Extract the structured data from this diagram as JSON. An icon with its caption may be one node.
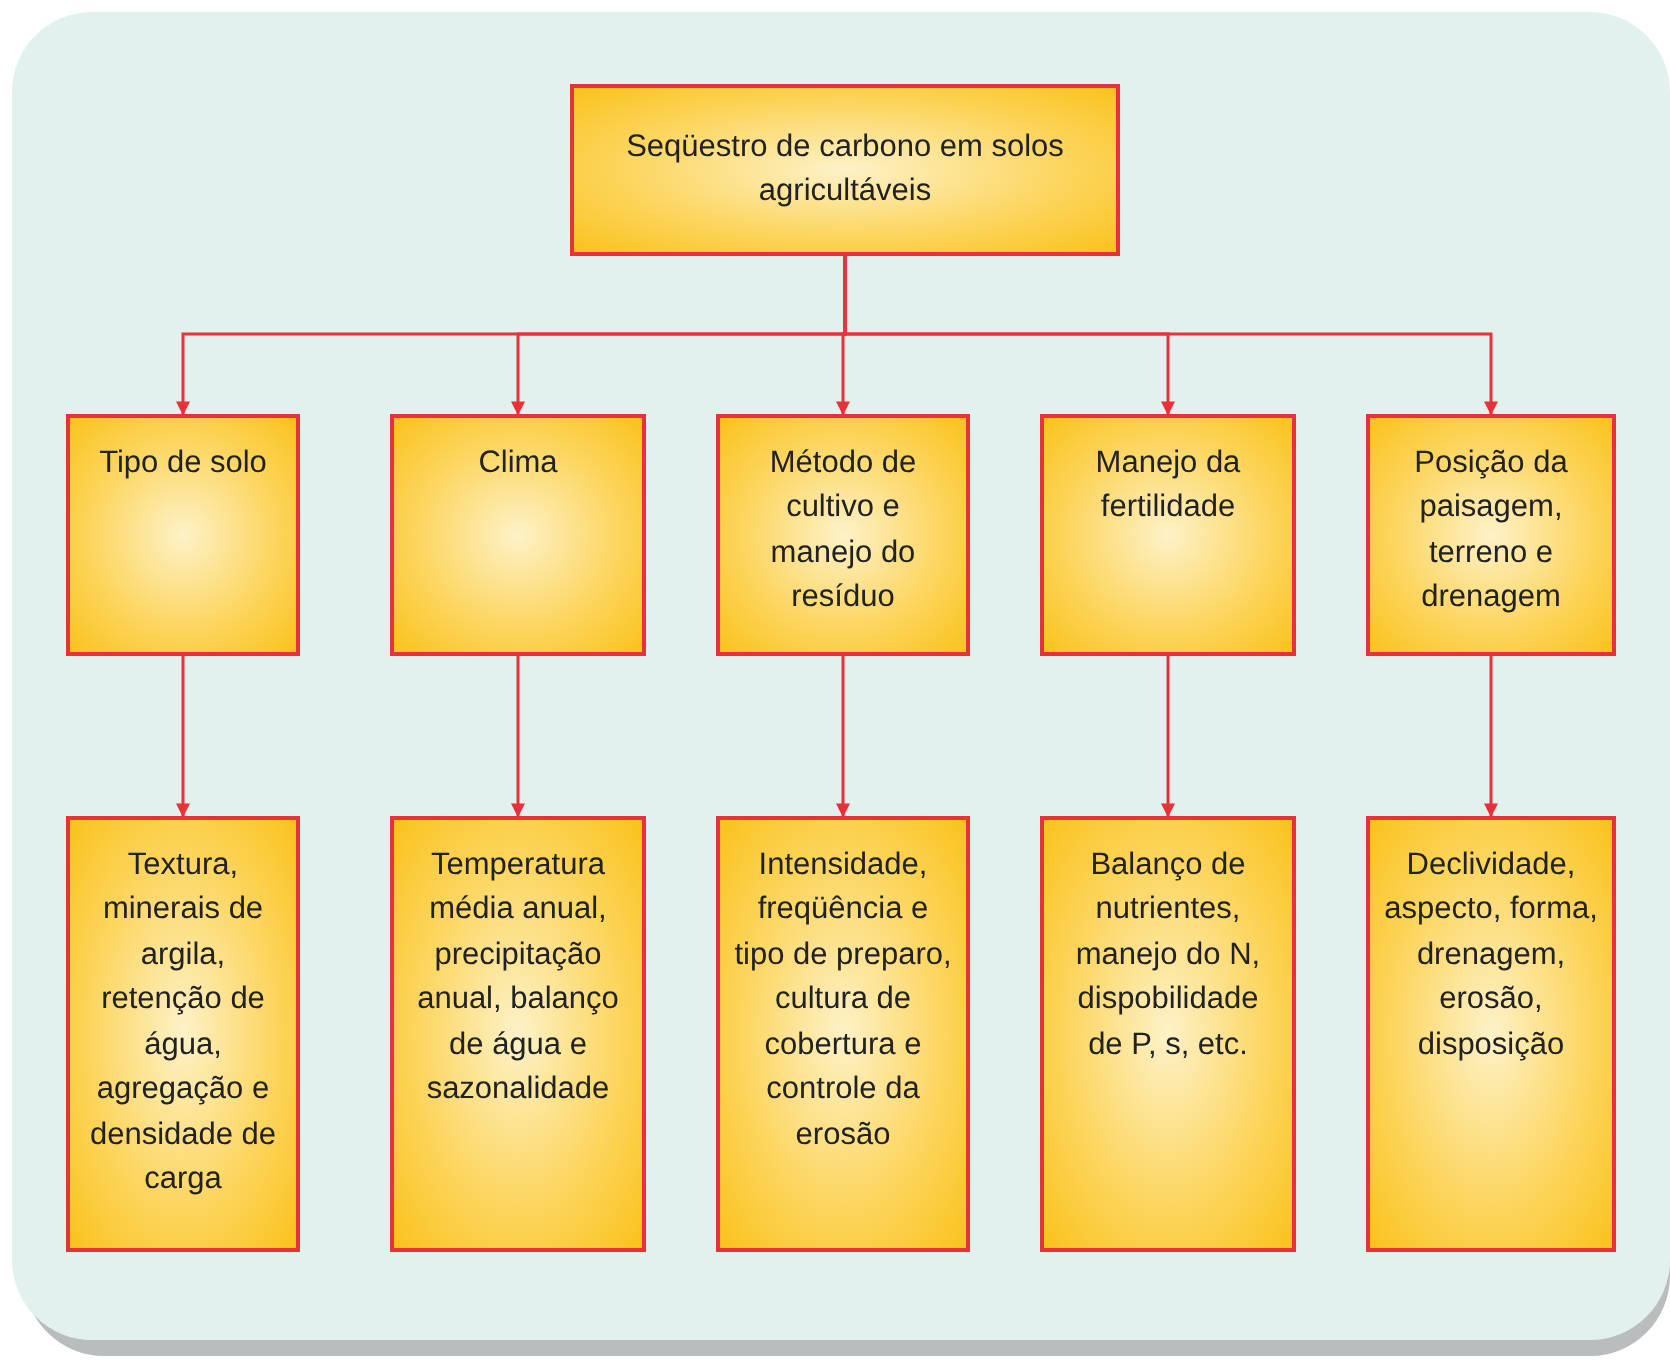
{
  "diagram": {
    "nodes": [
      {
        "text": [
          "Seqüestro de carbono em solos agricultáveis"
        ]
      },
      {
        "text": [
          "Tipo de solo"
        ]
      },
      {
        "text": [
          "Clima"
        ]
      },
      {
        "text": [
          "Método de cultivo e manejo do resíduo"
        ]
      },
      {
        "text": [
          "Manejo da fertilidade"
        ]
      },
      {
        "text": [
          "Posição da paisagem, terreno e drenagem"
        ]
      },
      {
        "text": [
          "Textura, minerais de argila, retenção de água, agregação e densidade de carga"
        ]
      },
      {
        "text": [
          "Temperatura média anual, precipitação anual, balanço de água e sazonalidade"
        ]
      },
      {
        "text": [
          "Intensidade, freqüência e tipo de preparo, cultura de cobertura e controle da erosão"
        ]
      },
      {
        "text": [
          "Balanço de nutrientes, manejo do N, dispobilidade de P, s, etc."
        ]
      },
      {
        "text": [
          "Declividade, aspecto, forma, drenagem, erosão, disposição"
        ]
      }
    ],
    "edges": [
      {
        "from": 0,
        "to": 1,
        "arrow": "to"
      },
      {
        "from": 0,
        "to": 2,
        "arrow": "to"
      },
      {
        "from": 0,
        "to": 3,
        "arrow": "to"
      },
      {
        "from": 0,
        "to": 4,
        "arrow": "to"
      },
      {
        "from": 0,
        "to": 5,
        "arrow": "to"
      },
      {
        "from": 1,
        "to": 6,
        "arrow": "to"
      },
      {
        "from": 2,
        "to": 7,
        "arrow": "to"
      },
      {
        "from": 3,
        "to": 8,
        "arrow": "to"
      },
      {
        "from": 4,
        "to": 9,
        "arrow": "to"
      },
      {
        "from": 5,
        "to": 10,
        "arrow": "to"
      }
    ]
  }
}
